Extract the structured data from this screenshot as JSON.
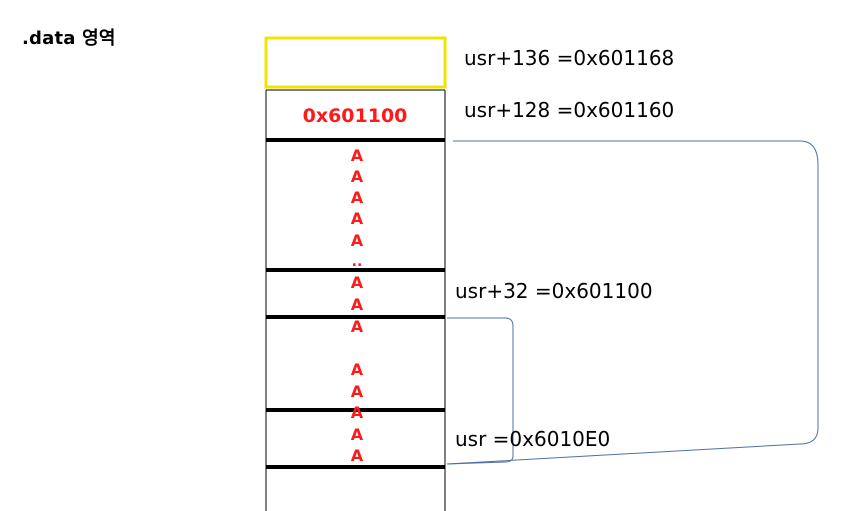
{
  "heading": ".data 영역",
  "cells": {
    "return_value": "0x601100",
    "fill_char": "A",
    "ellipsis": "..",
    "colors": {
      "highlight_border": "#f2e400",
      "fill_text": "#ff1a1a",
      "arrow_line": "#4f6fa8",
      "cell_border": "#000000"
    }
  },
  "labels": {
    "usr_136": "usr+136 =0x601168",
    "usr_128": "usr+128 =0x601160",
    "usr_32": "usr+32 =0x601100",
    "usr": "usr =0x6010E0"
  }
}
